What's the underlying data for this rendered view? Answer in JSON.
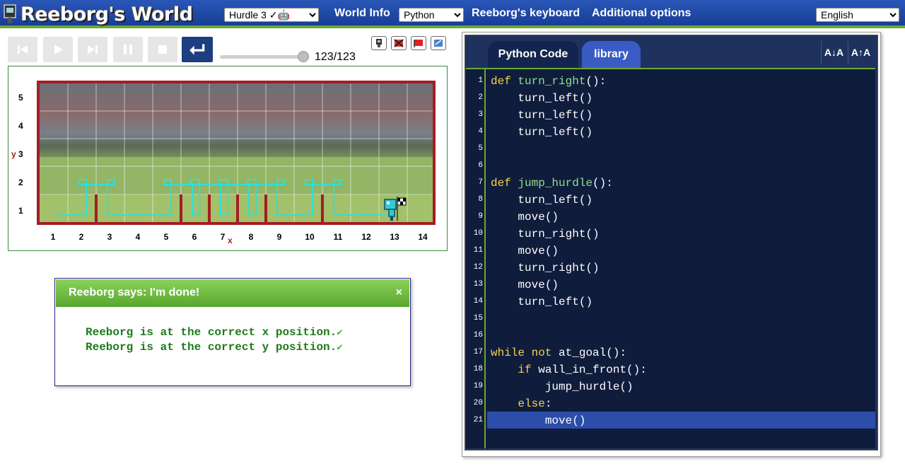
{
  "header": {
    "app_title": "Reeborg's World",
    "world_select": "Hurdle 3 ✓🤖",
    "world_info": "World Info",
    "language_select": "Python",
    "keyboard": "Reeborg's keyboard",
    "additional_options": "Additional options",
    "ui_language": "English"
  },
  "controls": {
    "step_count": "123/123",
    "progress": 1.0
  },
  "world": {
    "y_axis_labels": [
      "5",
      "4",
      "3",
      "2",
      "1"
    ],
    "x_axis_labels": [
      "1",
      "2",
      "3",
      "4",
      "5",
      "6",
      "7",
      "8",
      "9",
      "10",
      "11",
      "12",
      "13",
      "14"
    ],
    "y_letter": "y",
    "x_letter": "x"
  },
  "dialog": {
    "title": "Reeborg says: I'm done!",
    "close": "×",
    "lines": [
      "Reeborg is at the correct x position.",
      "Reeborg is at the correct y position."
    ]
  },
  "editor": {
    "tabs": [
      "Python Code",
      "library"
    ],
    "font_decrease": "A↓A",
    "font_increase": "A↑A",
    "line_numbers": [
      "1",
      "2",
      "3",
      "4",
      "5",
      "6",
      "7",
      "8",
      "9",
      "10",
      "11",
      "12",
      "13",
      "14",
      "15",
      "16",
      "17",
      "18",
      "19",
      "20",
      "21"
    ],
    "highlighted_line": 21,
    "code": [
      "def turn_right():",
      "    turn_left()",
      "    turn_left()",
      "    turn_left()",
      "",
      "",
      "def jump_hurdle():",
      "    turn_left()",
      "    move()",
      "    turn_right()",
      "    move()",
      "    turn_right()",
      "    move()",
      "    turn_left()",
      "",
      "",
      "while not at_goal():",
      "    if wall_in_front():",
      "        jump_hurdle()",
      "    else:",
      "        move()"
    ]
  },
  "colors": {
    "header_bg": "#1f4aa8",
    "accent_green": "#6aa832",
    "wall_red": "#a41d22",
    "editor_bg": "#101c3c",
    "keyword": "#f2d44a",
    "function": "#8ee08e",
    "dialog_text": "#1e7a1e"
  }
}
